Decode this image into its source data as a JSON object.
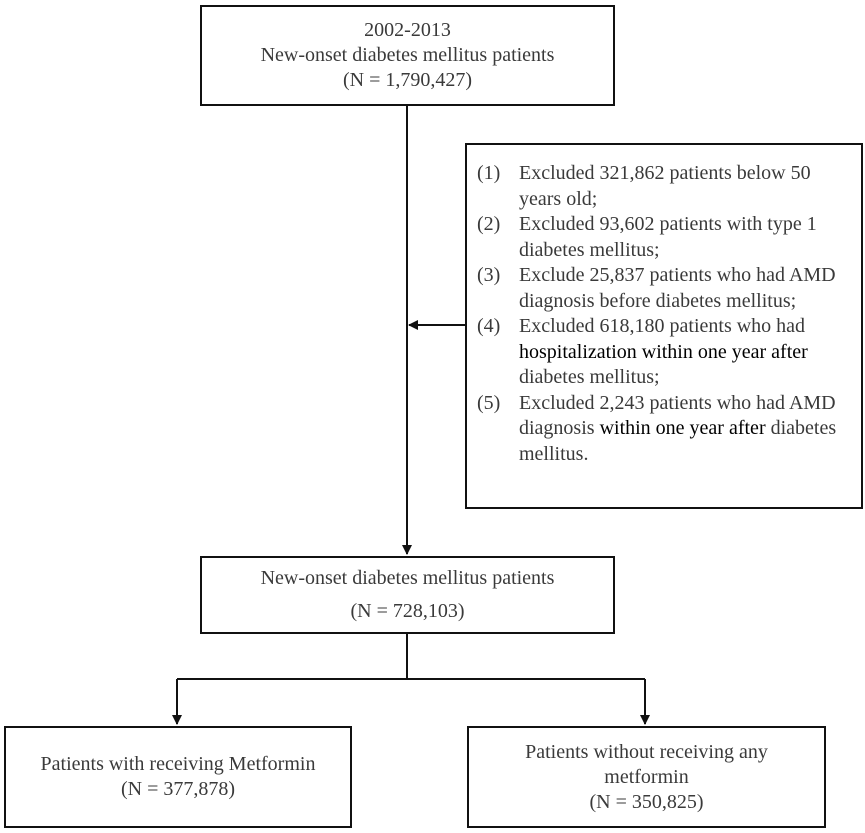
{
  "top_box": {
    "line1": "2002-2013",
    "line2": "New-onset diabetes mellitus patients",
    "line3": "(N = 1,790,427)"
  },
  "exclusions": [
    {
      "num": "(1)",
      "text": "Excluded 321,862 patients below 50 years old;"
    },
    {
      "num": "(2)",
      "text": "Excluded 93,602 patients with type 1 diabetes mellitus;"
    },
    {
      "num": "(3)",
      "text": "Exclude 25,837 patients who had AMD diagnosis before diabetes mellitus;"
    },
    {
      "num": "(4)",
      "text_a": "Excluded 618,180 patients who had",
      "text_b": "hospitalization within one year after",
      "text_c": "diabetes mellitus;"
    },
    {
      "num": "(5)",
      "text_a": "Excluded 2,243 patients who had AMD diagnosis",
      "text_b": "within one year after",
      "text_c": "diabetes mellitus."
    }
  ],
  "middle_box": {
    "line1": "New-onset diabetes mellitus patients",
    "line2": "(N = 728,103)"
  },
  "left_box": {
    "line1": "Patients with receiving Metformin",
    "line2": "(N = 377,878)"
  },
  "right_box": {
    "line1": "Patients without receiving any metformin",
    "line2": "(N = 350,825)"
  }
}
